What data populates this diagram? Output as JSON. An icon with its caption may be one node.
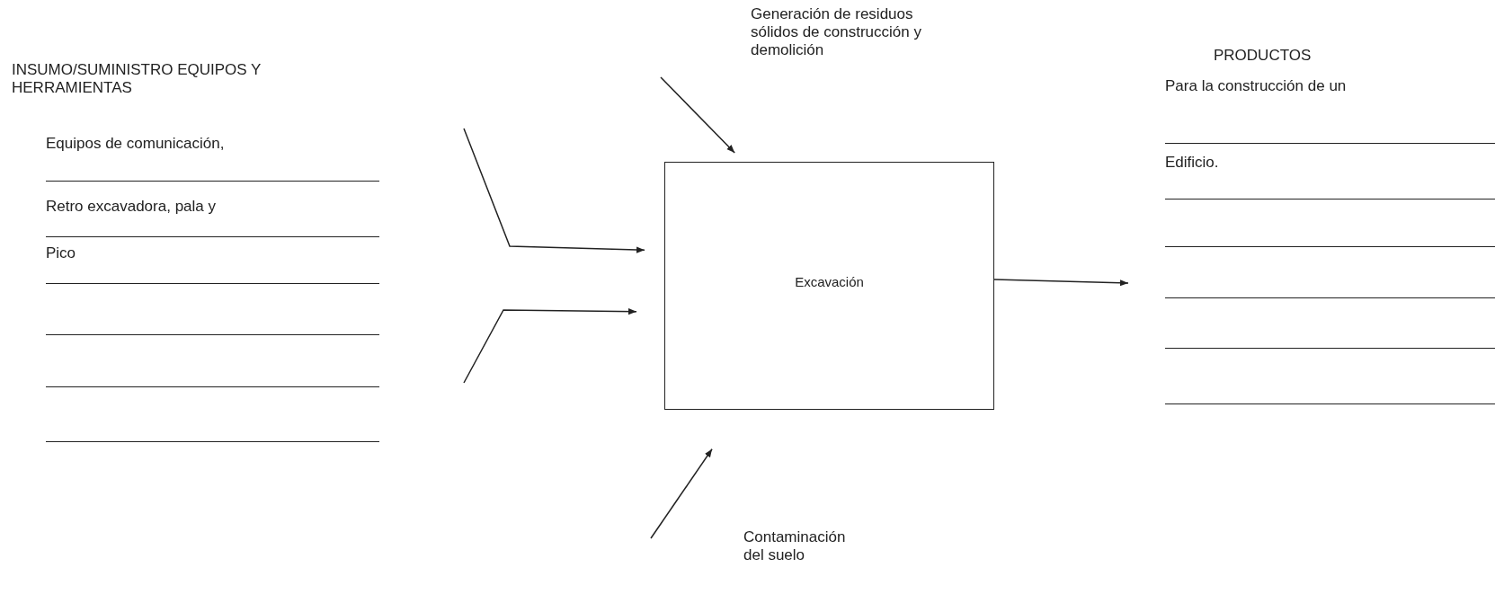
{
  "diagram": {
    "nodes": [
      {
        "text": [
          "INSUMO/SUMINISTRO EQUIPOS Y HERRAMIENTAS",
          "Equipos de comunicación,",
          "Retro excavadora, pala y",
          "Pico"
        ]
      },
      {
        "text": [
          "Excavación"
        ]
      },
      {
        "text": [
          "PRODUCTOS",
          "Para la construcción de un",
          "Edificio."
        ]
      }
    ],
    "edges": [
      {
        "from": 0,
        "to": 1,
        "arrow": "to"
      },
      {
        "from": 0,
        "to": 1,
        "arrow": "to"
      },
      {
        "from": null,
        "to": 1,
        "arrow": "to"
      },
      {
        "from": null,
        "to": 1,
        "arrow": "to"
      },
      {
        "from": 1,
        "to": 2,
        "arrow": "to"
      }
    ],
    "labels": [
      "Generación de residuos sólidos de construcción y demolición",
      "Contaminación del suelo"
    ]
  }
}
